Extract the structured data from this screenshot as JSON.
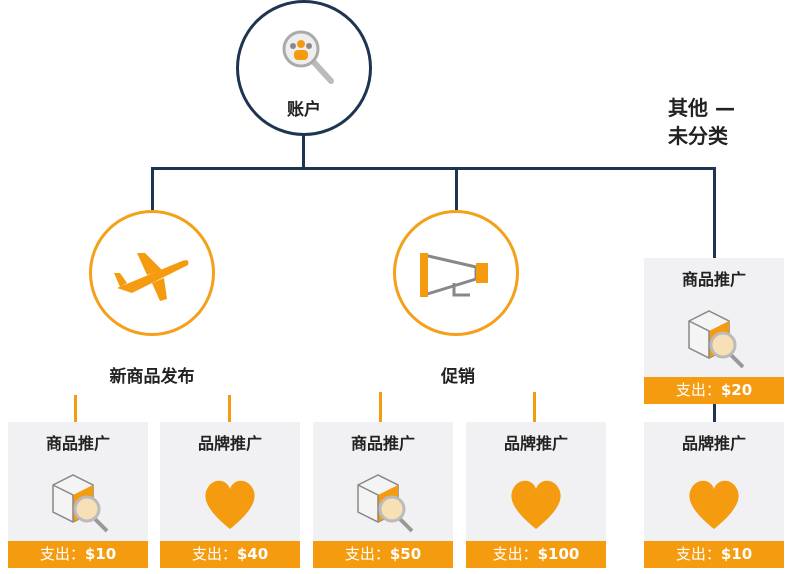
{
  "root": {
    "label": "账户",
    "icon": "account-search-icon"
  },
  "other_label": [
    "其他 —",
    "未分类"
  ],
  "campaigns": [
    {
      "label": "新商品发布",
      "icon": "airplane-icon"
    },
    {
      "label": "促销",
      "icon": "megaphone-icon"
    }
  ],
  "spend_prefix": "支出：",
  "cards": [
    {
      "title": "商品推广",
      "icon": "product-search-icon",
      "amount": "$10"
    },
    {
      "title": "品牌推广",
      "icon": "heart-icon",
      "amount": "$40"
    },
    {
      "title": "商品推广",
      "icon": "product-search-icon",
      "amount": "$50"
    },
    {
      "title": "品牌推广",
      "icon": "heart-icon",
      "amount": "$100"
    },
    {
      "title": "商品推广",
      "icon": "product-search-icon",
      "amount": "$20"
    },
    {
      "title": "品牌推广",
      "icon": "heart-icon",
      "amount": "$10"
    }
  ],
  "colors": {
    "navy": "#1d3550",
    "orange": "#f59b10",
    "card": "#f1f1f3"
  }
}
